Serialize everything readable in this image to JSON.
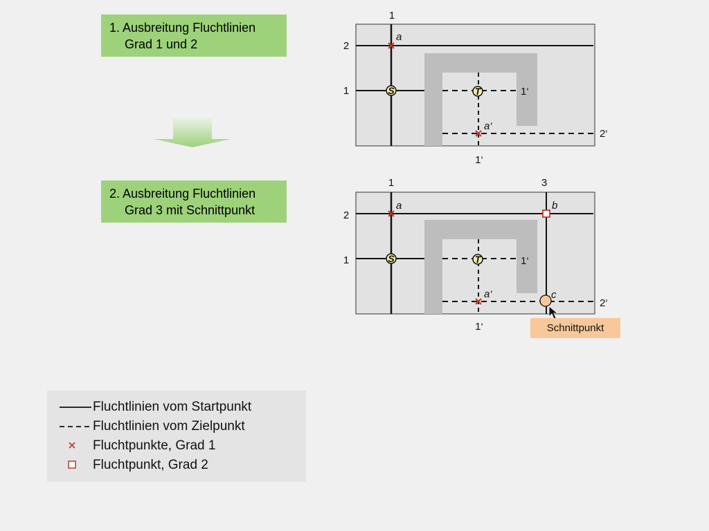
{
  "steps": [
    {
      "line1": "1. Ausbreitung Fluchtlinien",
      "line2": "Grad 1 und 2"
    },
    {
      "line1": "2. Ausbreitung Fluchtlinien",
      "line2": "Grad 3 mit Schnittpunkt"
    }
  ],
  "diagram1": {
    "top_label": "1",
    "left_label_top": "2",
    "left_label_mid": "1",
    "right_label_mid": "1‘",
    "right_label_bottom": "2‘",
    "bottom_label": "1‘",
    "point_a": "a",
    "point_a_prime": "a‘",
    "start": "S",
    "target": "T"
  },
  "diagram2": {
    "top_label_1": "1",
    "top_label_3": "3",
    "left_label_top": "2",
    "left_label_mid": "1",
    "right_label_mid": "1‘",
    "right_label_bottom": "2‘",
    "bottom_label": "1‘",
    "point_a": "a",
    "point_a_prime": "a‘",
    "point_b": "b",
    "point_c": "c",
    "start": "S",
    "target": "T",
    "callout": "Schnittpunkt"
  },
  "legend": [
    {
      "symbol": "solid-line",
      "text": "Fluchtlinien vom Startpunkt"
    },
    {
      "symbol": "dashed-line",
      "text": "Fluchtlinien vom Zielpunkt"
    },
    {
      "symbol": "red-cross",
      "text": "Fluchtpunkte, Grad 1"
    },
    {
      "symbol": "red-square",
      "text": "Fluchtpunkt, Grad 2"
    }
  ],
  "colors": {
    "step_box": "#9dd27a",
    "panel": "#e2e2e2",
    "obstacle": "#bdbdbd",
    "vanishing_point": "#c0392b",
    "intersection": "#f9c89a"
  }
}
